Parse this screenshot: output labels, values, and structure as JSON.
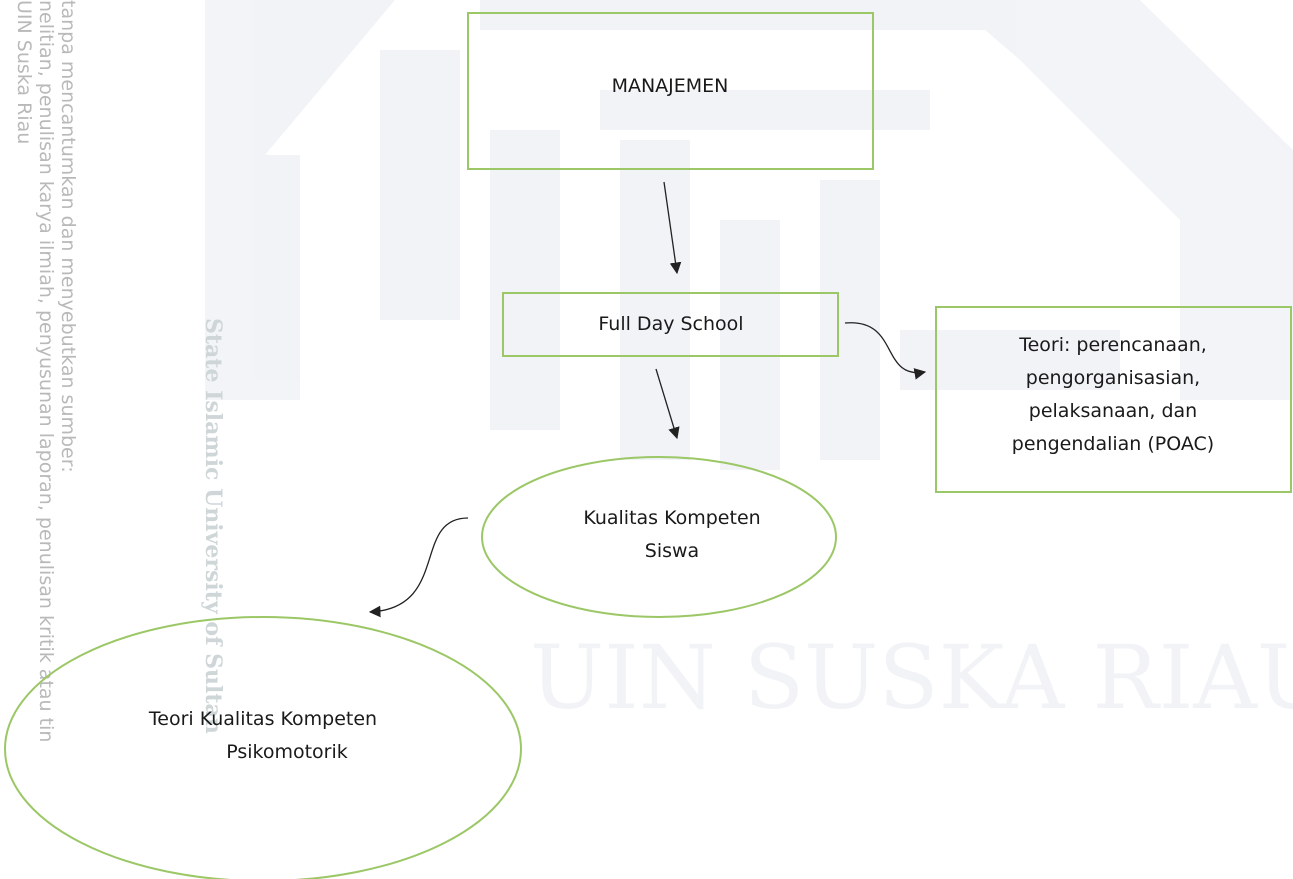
{
  "watermark": {
    "logo_text": "UIN SUSKA RIAU",
    "vertical_text": "State Islamic University of Sultan",
    "side_notes": [
      "tanpa mencantumkan dan menyebutkan sumber:",
      "nelitian, penulisan karya ilmiah, penyusunan laporan, penulisan kritik atau tin",
      "UIN Suska Riau"
    ]
  },
  "nodes": {
    "manajemen": {
      "lines": [
        "MANAJEMEN"
      ]
    },
    "full_day_school": {
      "lines": [
        "Full Day School"
      ]
    },
    "teori_poac": {
      "lines": [
        "Teori: perencanaan,",
        "pengorganisasian,",
        "pelaksanaan, dan",
        "pengendalian (POAC)"
      ]
    },
    "kualitas_kompeten_siswa": {
      "lines": [
        "Kualitas Kompeten",
        "Siswa"
      ]
    },
    "teori_psikomotorik": {
      "lines": [
        "Teori Kualitas Kompeten",
        "Psikomotorik"
      ]
    }
  },
  "colors": {
    "node_border": "#9bc766",
    "arrow": "#222222",
    "watermark": "#e7ebf1"
  }
}
